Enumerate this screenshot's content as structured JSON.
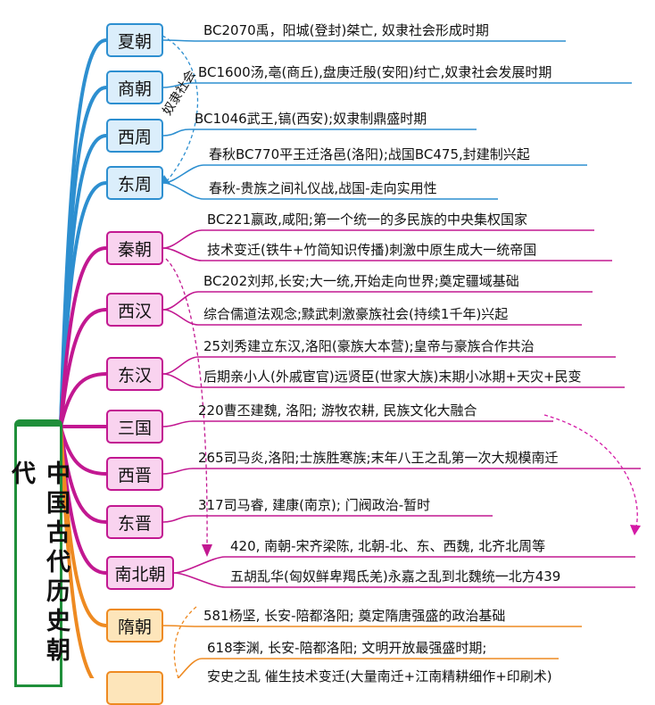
{
  "root": {
    "title": "中国古代历史朝代"
  },
  "dynasties": [
    {
      "name": "夏朝",
      "color": "blue",
      "facts": [
        "BC2070禹，阳城(登封)桀亡, 奴隶社会形成时期"
      ]
    },
    {
      "name": "商朝",
      "color": "blue",
      "facts": [
        "BC1600汤,亳(商丘),盘庚迁殷(安阳)纣亡,奴隶社会发展时期"
      ]
    },
    {
      "name": "西周",
      "color": "blue",
      "facts": [
        "BC1046武王,镐(西安);奴隶制鼎盛时期"
      ]
    },
    {
      "name": "东周",
      "color": "blue",
      "facts": [
        "春秋BC770平王迁洛邑(洛阳);战国BC475,封建制兴起",
        "春秋-贵族之间礼仪战,战国-走向实用性"
      ]
    },
    {
      "name": "秦朝",
      "color": "pink",
      "facts": [
        "BC221嬴政,咸阳;第一个统一的多民族的中央集权国家",
        "技术变迁(铁牛+竹简知识传播)刺激中原生成大一统帝国"
      ]
    },
    {
      "name": "西汉",
      "color": "pink",
      "facts": [
        "BC202刘邦,长安;大一统,开始走向世界;奠定疆域基础",
        "综合儒道法观念;黩武刺激豪族社会(持续1千年)兴起"
      ]
    },
    {
      "name": "东汉",
      "color": "pink",
      "facts": [
        "25刘秀建立东汉,洛阳(豪族大本营);皇帝与豪族合作共治",
        "后期亲小人(外戚宦官)远贤臣(世家大族)末期小冰期+天灾+民变"
      ]
    },
    {
      "name": "三国",
      "color": "pink",
      "facts": [
        "220曹丕建魏, 洛阳; 游牧农耕, 民族文化大融合"
      ]
    },
    {
      "name": "西晋",
      "color": "pink",
      "facts": [
        "265司马炎,洛阳;士族胜寒族;末年八王之乱第一次大规模南迁"
      ]
    },
    {
      "name": "东晋",
      "color": "pink",
      "facts": [
        "317司马睿, 建康(南京); 门阀政治-暂时"
      ]
    },
    {
      "name": "南北朝",
      "color": "pink",
      "facts": [
        "420, 南朝-宋齐梁陈, 北朝-北、东、西魏, 北齐北周等",
        "五胡乱华(匈奴鲜卑羯氐羌)永嘉之乱到北魏统一北方439"
      ]
    },
    {
      "name": "隋朝",
      "color": "orange",
      "facts": [
        "581杨坚, 长安-陪都洛阳; 奠定隋唐强盛的政治基础"
      ]
    },
    {
      "name": "",
      "color": "orange",
      "facts": [
        "618李渊, 长安-陪都洛阳; 文明开放最强盛时期;",
        "安史之乱 催生技术变迁(大量南迁+江南精耕细作+印刷术)"
      ]
    }
  ],
  "annotations": {
    "slavery_note": "奴隶社会"
  },
  "colors": {
    "blue": "#2d8fd0",
    "pink": "#c21891",
    "orange": "#ee8a21",
    "green": "#1f8f3a"
  }
}
